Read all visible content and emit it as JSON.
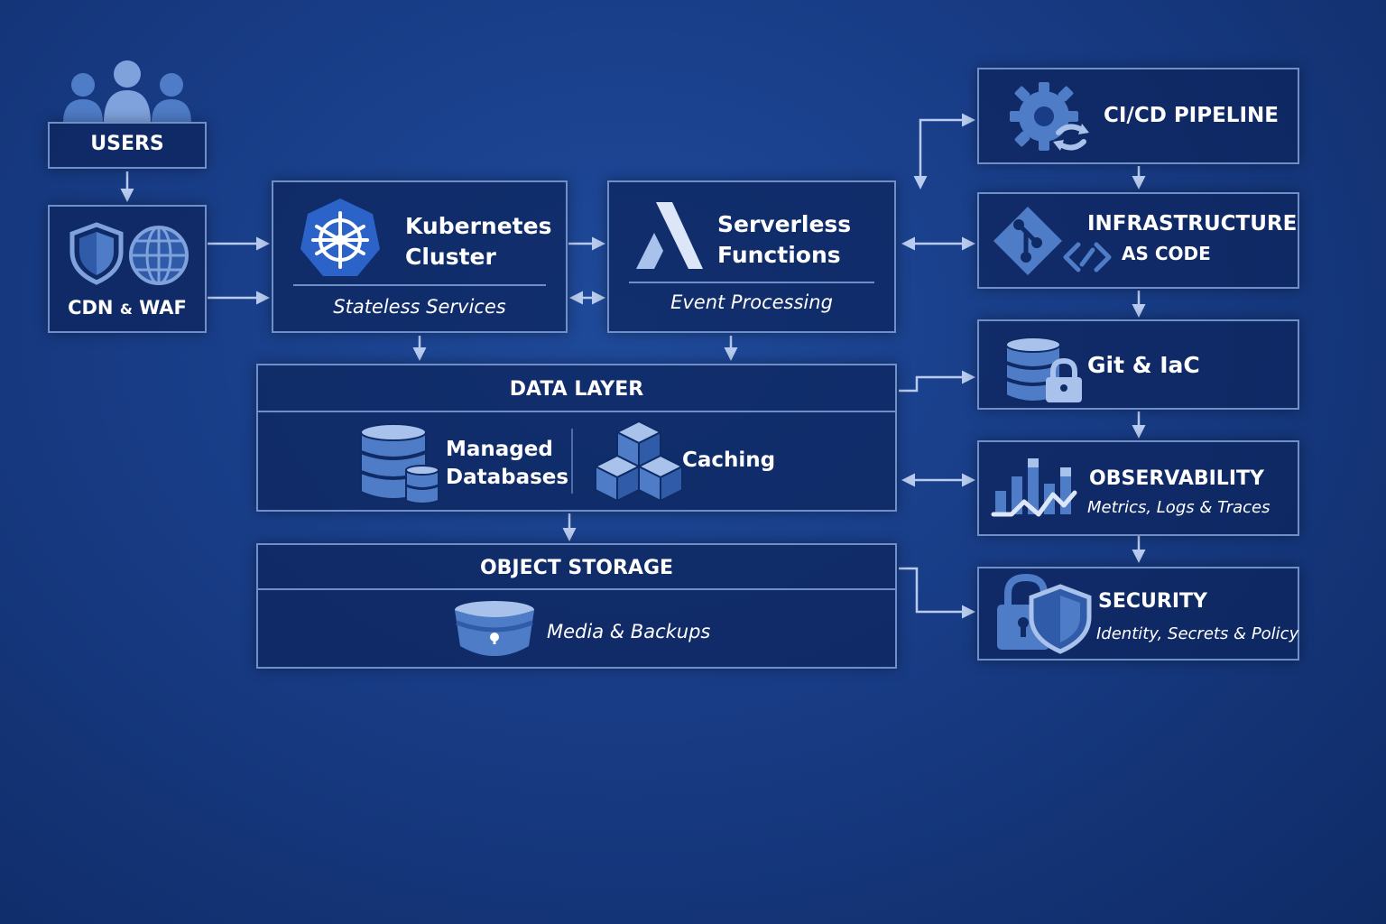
{
  "users": {
    "label": "USERS"
  },
  "cdn": {
    "label_left": "CDN",
    "label_amp": "&",
    "label_right": "WAF"
  },
  "kubernetes": {
    "title_line1": "Kubernetes",
    "title_line2": "Cluster",
    "subtitle": "Stateless Services"
  },
  "serverless": {
    "title_line1": "Serverless",
    "title_line2": "Functions",
    "subtitle": "Event Processing"
  },
  "data_layer": {
    "title": "DATA LAYER",
    "databases_line1": "Managed",
    "databases_line2": "Databases",
    "caching": "Caching"
  },
  "object_storage": {
    "title": "OBJECT STORAGE",
    "subtitle": "Media & Backups"
  },
  "cicd": {
    "title": "CI/CD PIPELINE"
  },
  "iac": {
    "title_line1": "INFRASTRUCTURE",
    "title_line2": "AS CODE"
  },
  "git": {
    "title": "Git & IaC"
  },
  "observability": {
    "title": "OBSERVABILITY",
    "subtitle": "Metrics, Logs & Traces"
  },
  "security": {
    "title": "SECURITY",
    "subtitle": "Identity, Secrets & Policy"
  },
  "colors": {
    "background": "#183c86",
    "box_border": "#6f8fc9",
    "icon_fill": "#4f7cc7",
    "icon_light": "#a9c2ec",
    "arrow": "#b9ccef",
    "text": "#ffffff"
  }
}
